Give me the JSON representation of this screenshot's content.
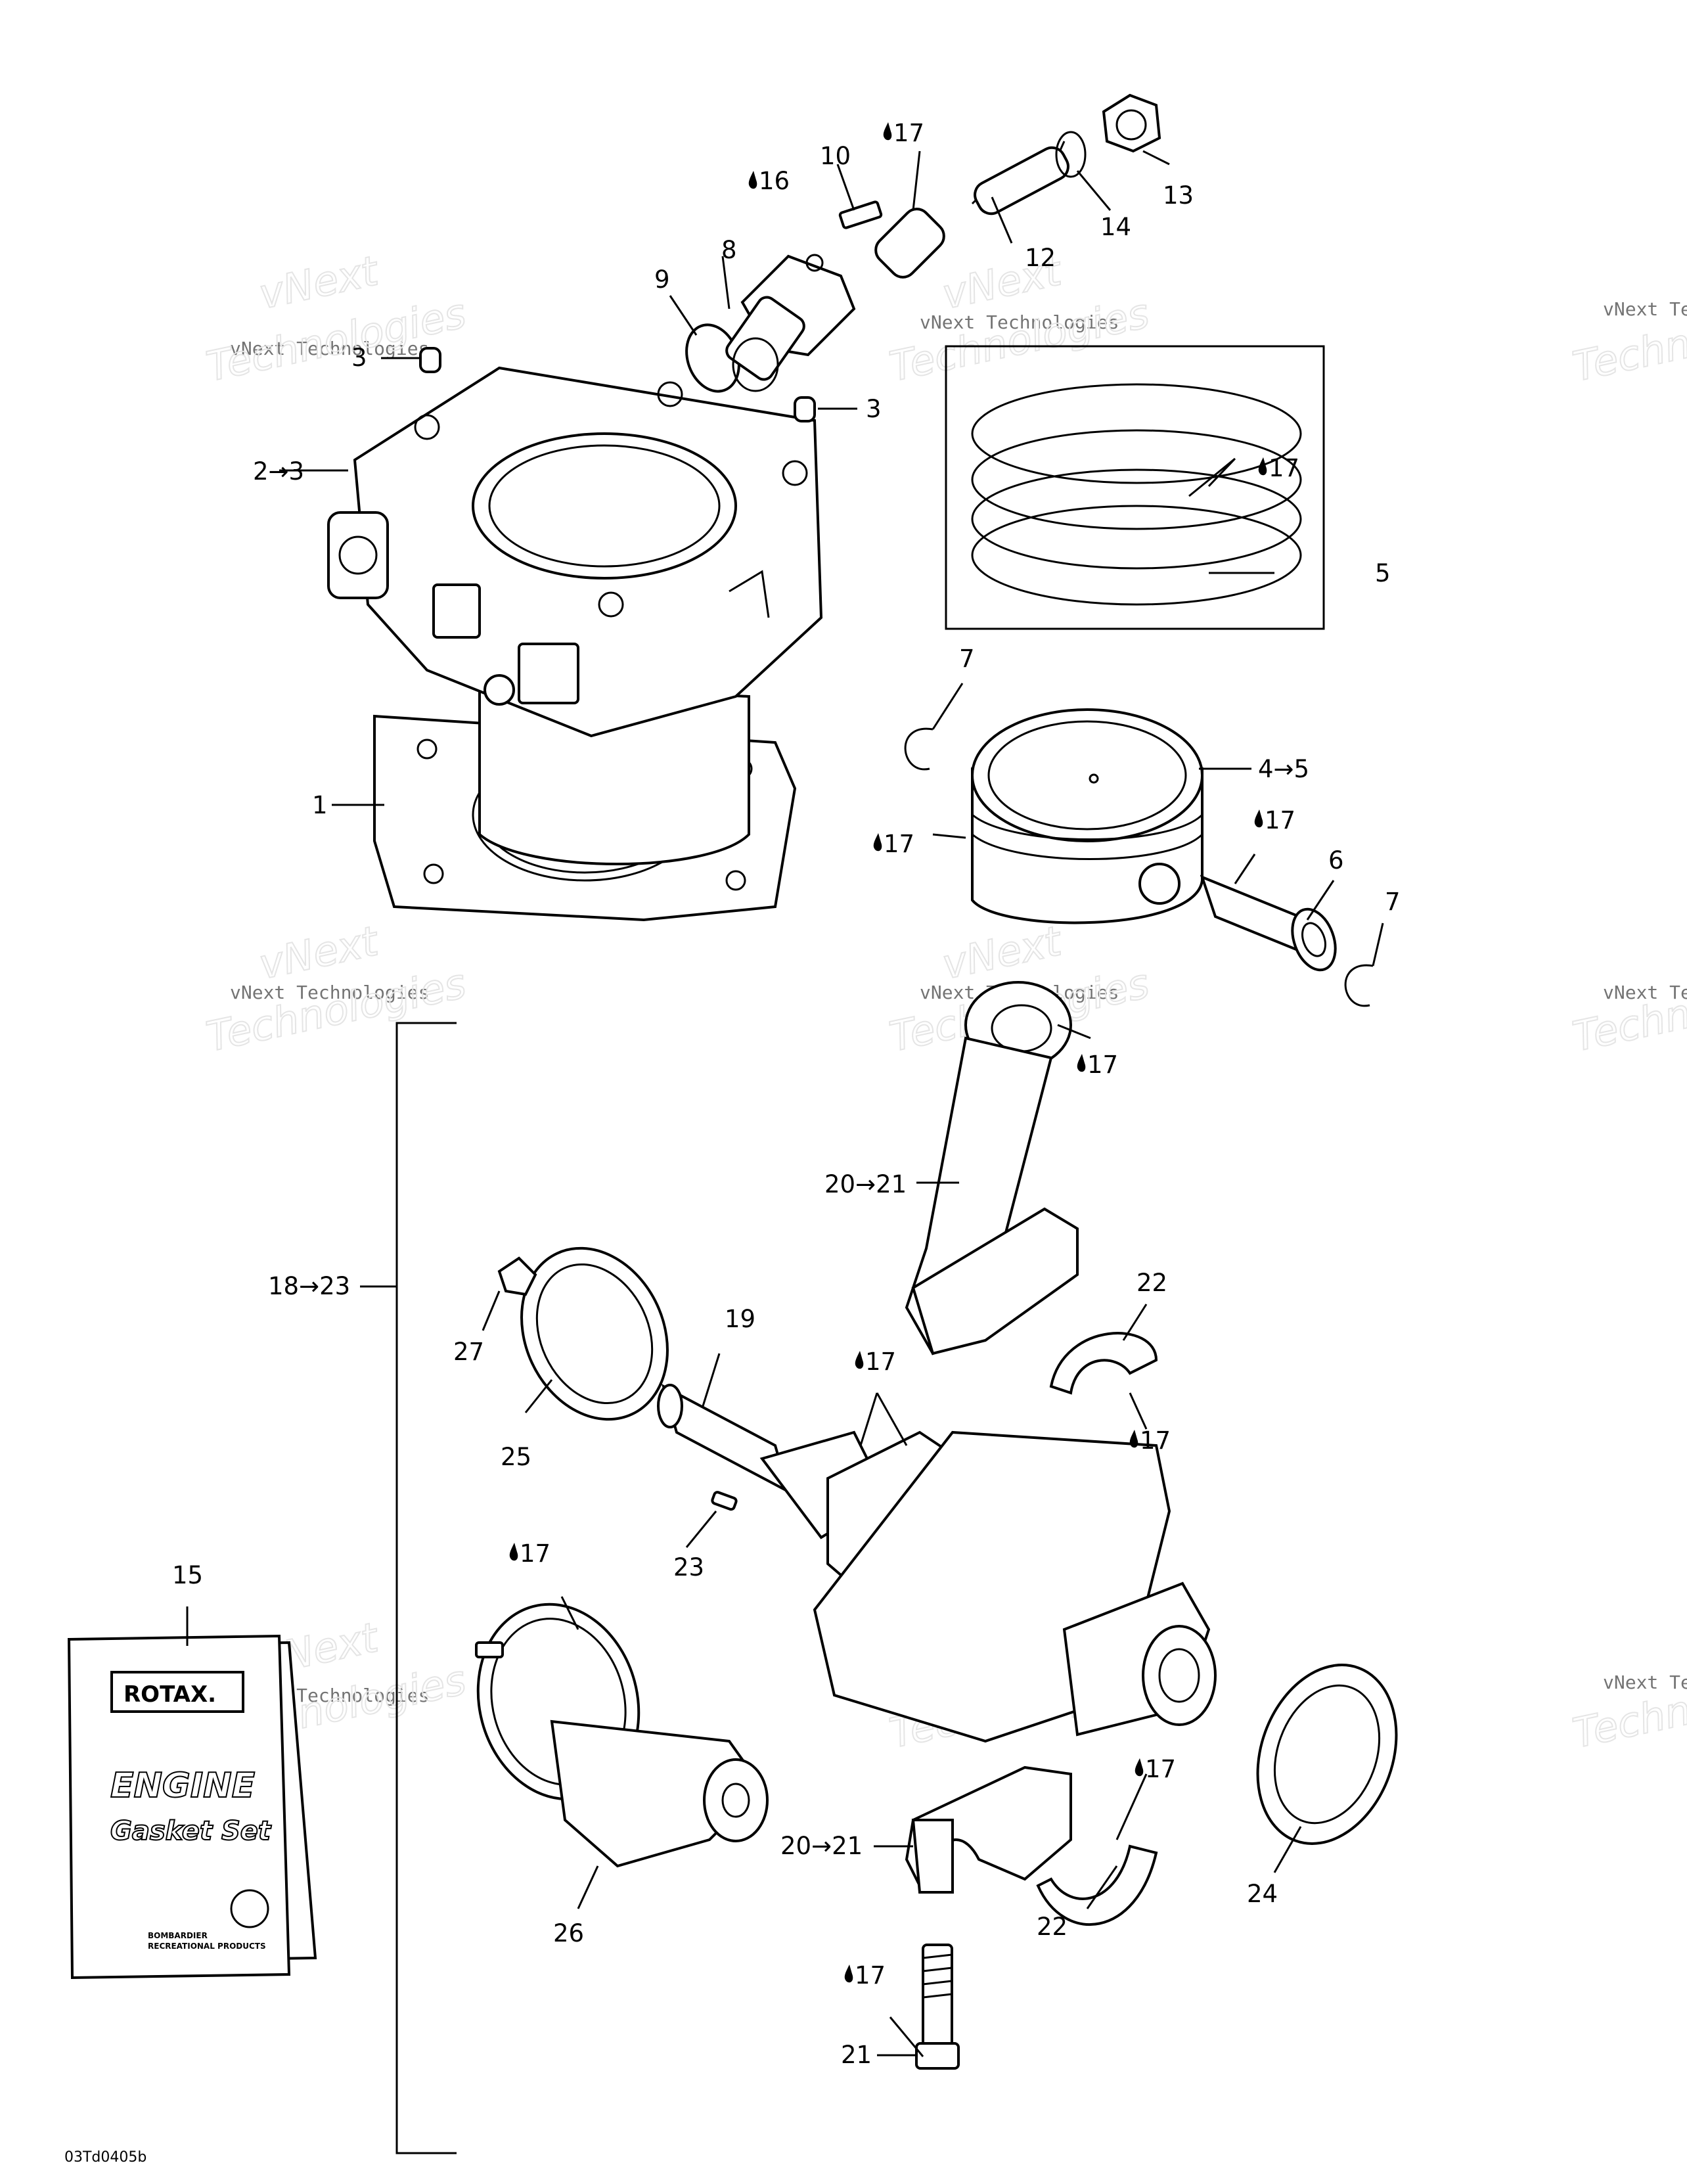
{
  "figure_code": "03Td0405b",
  "watermark": {
    "line1": "vNext Technologies",
    "line2": "vNext",
    "line3": "Technologies"
  },
  "oil_icon_label": "17",
  "callouts": {
    "c1": "1",
    "c2": "2",
    "c3": "3",
    "c3b": "3",
    "c4": "4",
    "c5": "5",
    "c6": "6",
    "c7a": "7",
    "c7b": "7",
    "c8": "8",
    "c9": "9",
    "c10": "10",
    "c12": "12",
    "c13": "13",
    "c14": "14",
    "c15": "15",
    "c16": "16",
    "c18": "18",
    "c19": "19",
    "c20a": "20",
    "c20b": "20",
    "c21": "21",
    "c21b": "21",
    "c22a": "22",
    "c22b": "22",
    "c23": "23",
    "c23b": "23",
    "c24": "24",
    "c25": "25",
    "c26": "26",
    "c27": "27"
  },
  "range_labels": {
    "r23": "2→3",
    "r45": "4→5",
    "r2021a": "20→21",
    "r2021b": "20→21",
    "r1823": "18→23"
  },
  "oil_labels": [
    "17",
    "16"
  ],
  "gasket_book": {
    "brand": "ROTAX.",
    "title": "ENGINE",
    "subtitle": "Gasket Set",
    "footer1": "BOMBARDIER",
    "footer2": "RECREATIONAL PRODUCTS"
  }
}
